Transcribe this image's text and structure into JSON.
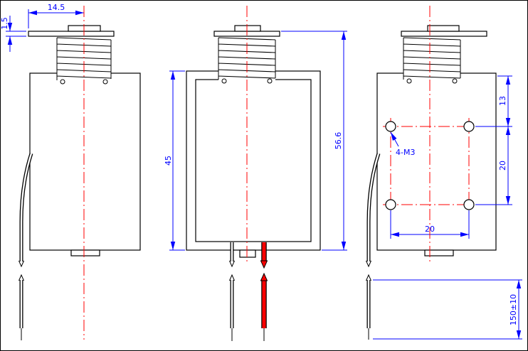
{
  "drawing": {
    "dims": {
      "flange_width": "14.5",
      "flange_thickness": "1.5",
      "case_height": "45",
      "overall_height": "56.6",
      "hole_top_offset": "13",
      "hole_pitch_vertical": "20",
      "hole_pitch_horizontal": "20",
      "thread_callout": "4-M3",
      "lead_length": "150±10"
    },
    "colors": {
      "outline": "#000000",
      "dimension": "#0000ff",
      "centerline": "#ff0000",
      "wire_highlight": "#ff0000",
      "background": "#ffffff"
    }
  }
}
